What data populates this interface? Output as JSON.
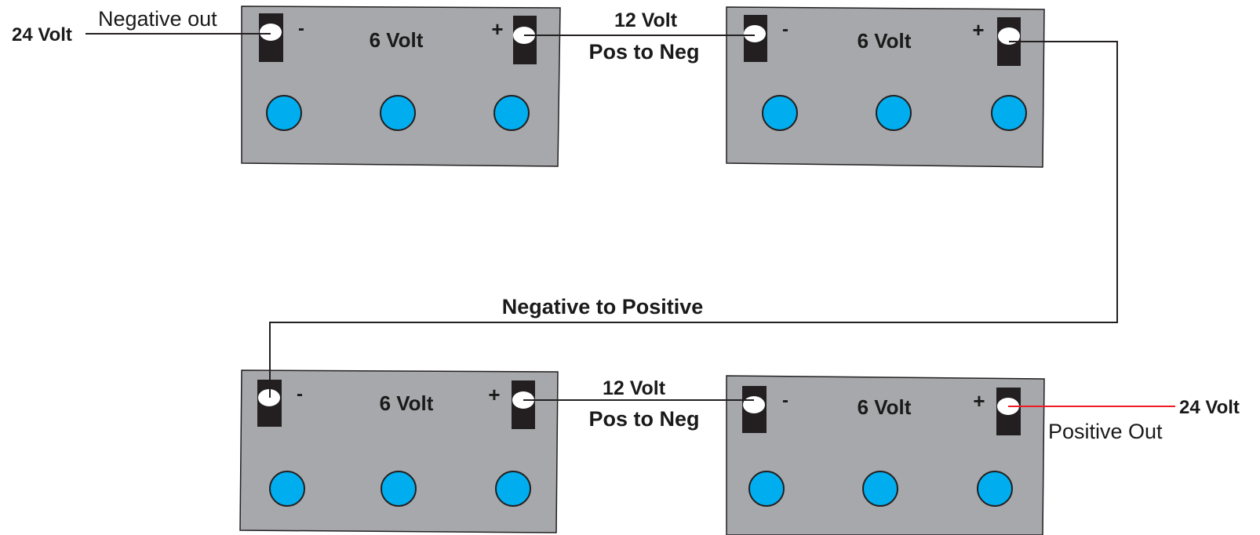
{
  "colors": {
    "battery_body": "#a6a8ab",
    "battery_outline": "#231f20",
    "terminal": "#231f20",
    "terminal_hole": "#ffffff",
    "cell_cap": "#00aeef",
    "wire": "#231f20",
    "positive_out_wire": "#ed1c24",
    "positive_out_text": "#ed1c24",
    "sign_text": "#ffffff",
    "label_text": "#1a1a1a"
  },
  "batteries": [
    {
      "label": "6 Volt",
      "neg_sign": "-",
      "pos_sign": "+"
    },
    {
      "label": "6 Volt",
      "neg_sign": "-",
      "pos_sign": "+"
    },
    {
      "label": "6 Volt",
      "neg_sign": "-",
      "pos_sign": "+"
    },
    {
      "label": "6 Volt",
      "neg_sign": "-",
      "pos_sign": "+"
    }
  ],
  "labels": {
    "top_left_24v": "24 Volt",
    "negative_out": "Negative out",
    "top_link_12v": "12 Volt",
    "top_link_pos_to_neg": "Pos to Neg",
    "negative_to_positive": "Negative to Positive",
    "bottom_link_12v": "12 Volt",
    "bottom_link_pos_to_neg": "Pos to Neg",
    "bottom_right_24v": "24 Volt",
    "positive_out": "Positive Out"
  }
}
